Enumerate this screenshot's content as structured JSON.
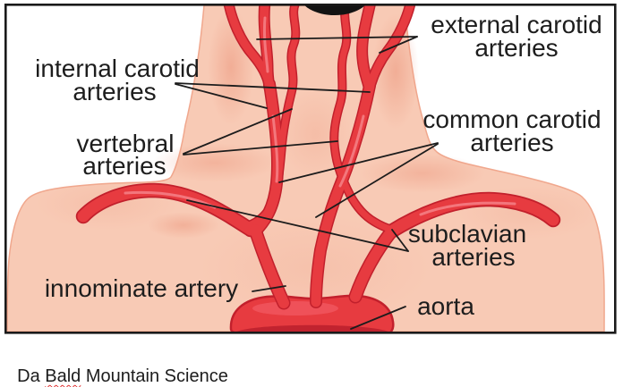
{
  "figure": {
    "background": "#ffffff",
    "border_color": "#1a1a1a",
    "skin_color": "#f8cab5",
    "skin_shadow_color": "#eb9177",
    "artery_color": "#e73b40",
    "artery_dark_color": "#c2202c",
    "artery_highlight_color": "#f6868c",
    "line_color": "#1c1c1c",
    "labels": {
      "external_carotid": {
        "line1": "external carotid",
        "line2": "arteries"
      },
      "internal_carotid": {
        "line1": "internal carotid",
        "line2": "arteries"
      },
      "vertebral": {
        "line1": "vertebral",
        "line2": "arteries"
      },
      "common_carotid": {
        "line1": "common carotid",
        "line2": "arteries"
      },
      "subclavian": {
        "line1": "subclavian",
        "line2": "arteries"
      },
      "innominate": "innominate artery",
      "aorta": "aorta"
    }
  },
  "caption": {
    "prefix": "Da ",
    "misspelled_word": "Bald",
    "suffix": " Mountain Science"
  }
}
